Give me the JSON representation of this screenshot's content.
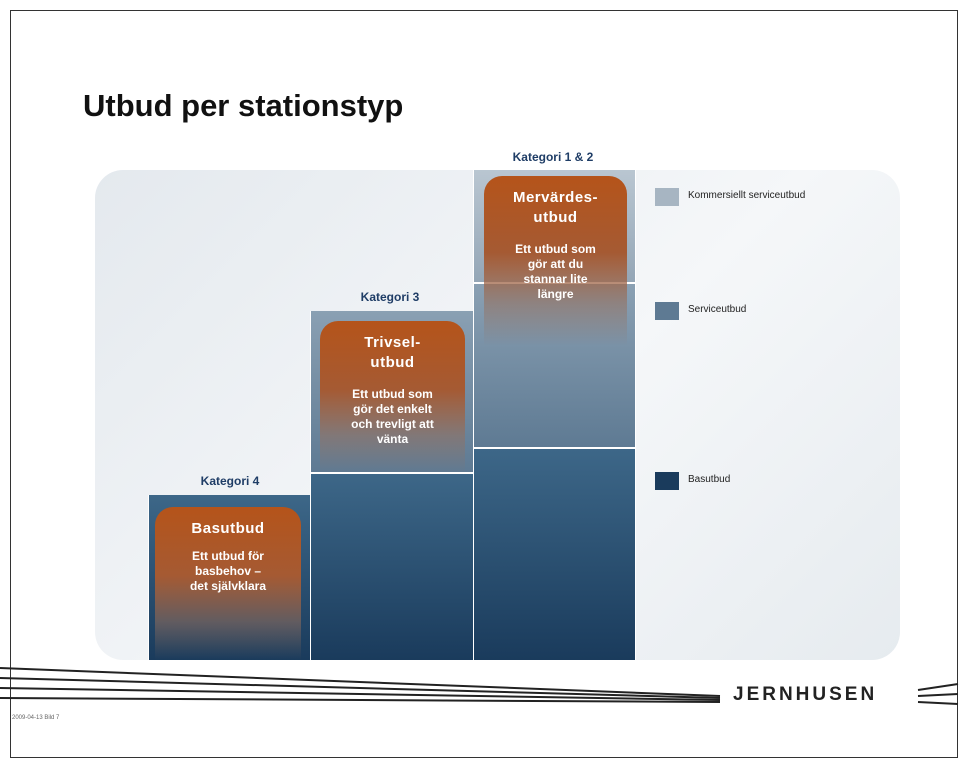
{
  "slide": {
    "title": "Utbud per stationstyp",
    "footnote": "2009-04-13 Bild 7",
    "logo": "JERNHUSEN"
  },
  "columns": [
    {
      "label": "Kategori 4",
      "card_title": "Basutbud",
      "card_desc": "Ett utbud för\nbasbehov –\ndet självklara"
    },
    {
      "label": "Kategori 3",
      "card_title": "Trivsel-\nutbud",
      "card_desc": "Ett utbud som\ngör det enkelt\noch trevligt att\nvänta"
    },
    {
      "label": "Kategori 1 & 2",
      "card_title": "Mervärdes-\nutbud",
      "card_desc": "Ett utbud som\ngör att du\nstannar lite\nlängre"
    }
  ],
  "legend": [
    {
      "label": "Kommersiellt serviceutbud",
      "color": "#a7b5c2"
    },
    {
      "label": "Serviceutbud",
      "color": "#5e7a93"
    },
    {
      "label": "Basutbud",
      "color": "#1a3b5c"
    }
  ]
}
